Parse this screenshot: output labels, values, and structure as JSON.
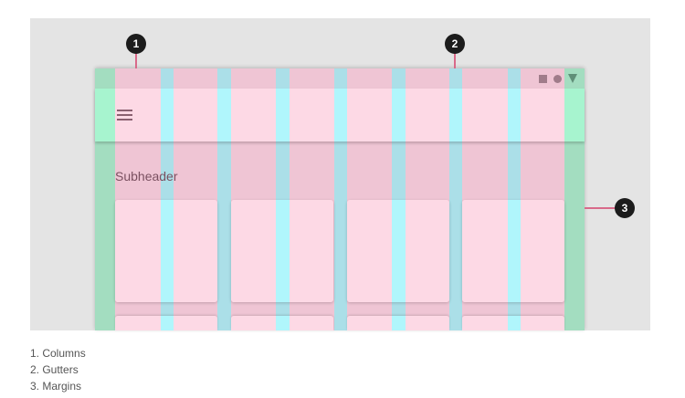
{
  "diagram": {
    "subheader": "Subheader",
    "callouts": [
      "1",
      "2",
      "3"
    ],
    "status_icons": [
      "square-icon",
      "circle-icon",
      "triangle-icon"
    ],
    "colors": {
      "columns": "#fdd9e5",
      "gutters": "#b0f6fc",
      "margins": "#a7f4cf",
      "background": "#e4e4e4",
      "callout_line": "#d86a8a"
    }
  },
  "legend": [
    "1. Columns",
    "2. Gutters",
    "3. Margins"
  ]
}
